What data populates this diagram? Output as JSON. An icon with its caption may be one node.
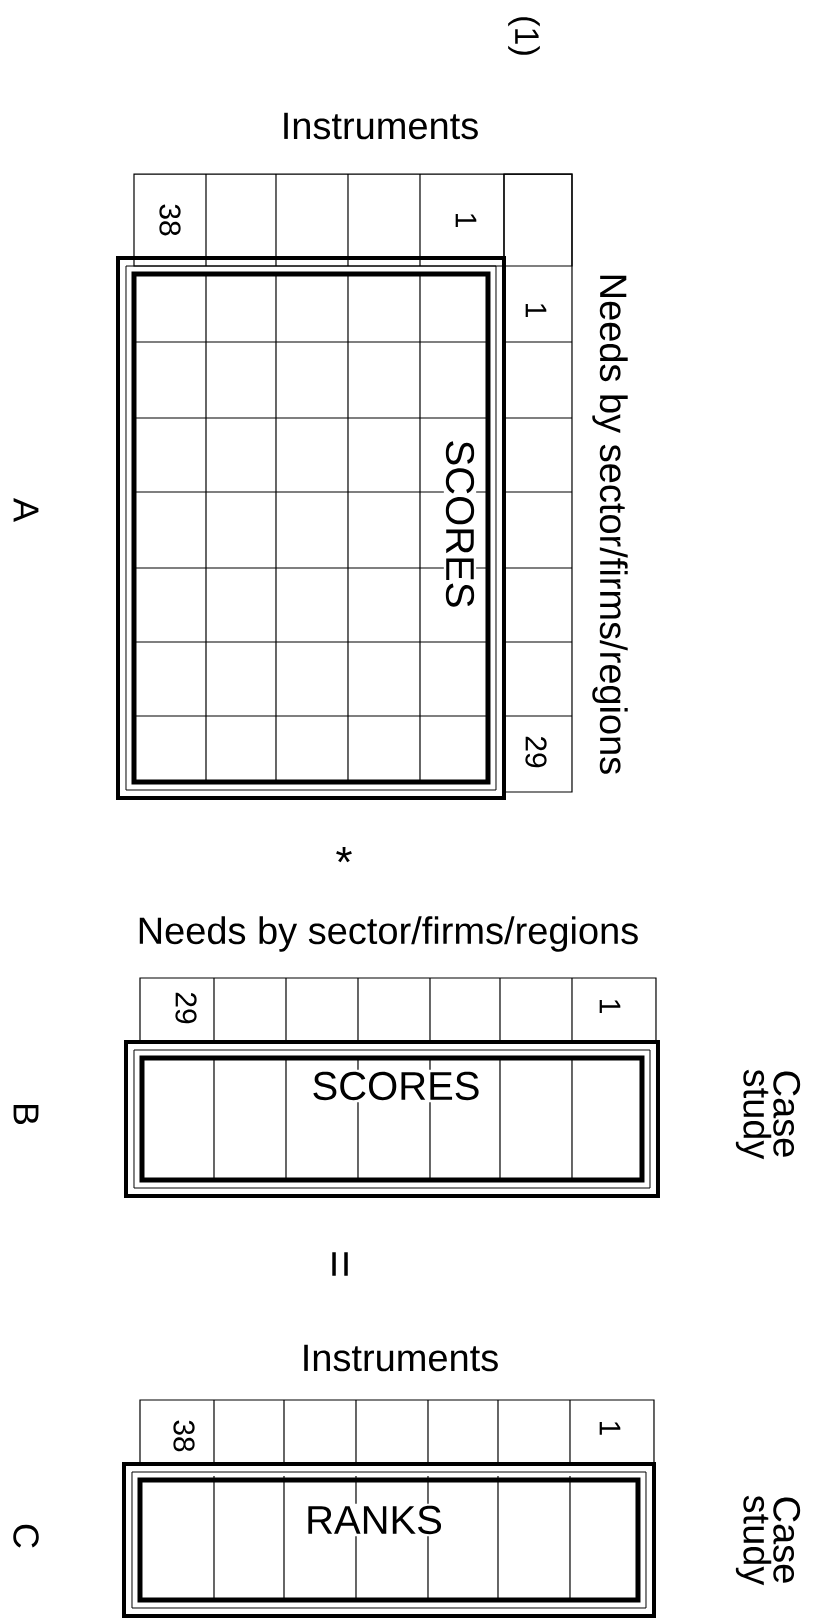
{
  "diagram": {
    "nodes": [
      {
        "text": [
          "SCORES"
        ]
      },
      {
        "text": [
          "SCORES"
        ]
      },
      {
        "text": [
          "RANKS"
        ]
      }
    ],
    "labels": [
      "(1)",
      "Instruments",
      "38",
      "1",
      "1",
      "29",
      "Needs by sector/firms/regions",
      "A",
      "*",
      "Needs by sector/firms/regions",
      "29",
      "1",
      "Case study",
      "B",
      "=",
      "Instruments",
      "38",
      "1",
      "Case study",
      "C"
    ]
  }
}
